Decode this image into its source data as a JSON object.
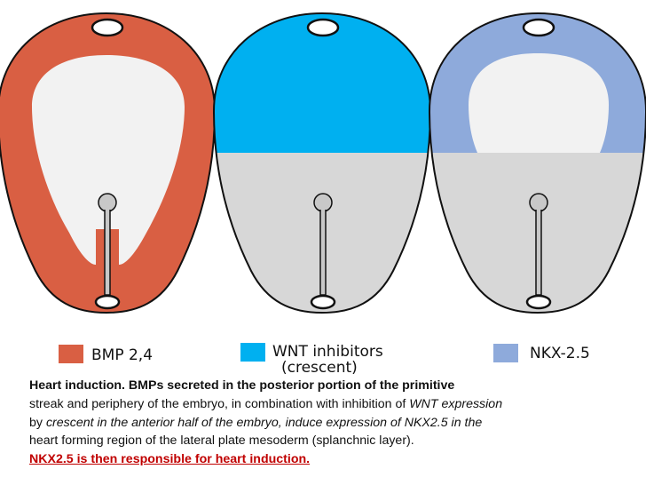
{
  "colors": {
    "bmp": "#d95f43",
    "wnt": "#00b0f0",
    "nkx": "#8eaadb",
    "embryo_fill": "#d7d7d7",
    "interior": "#f2f2f2",
    "outline": "#111111",
    "caption_red": "#c00000"
  },
  "legend": {
    "bmp": {
      "label": "BMP 2,4",
      "color": "#d95f43"
    },
    "wnt": {
      "label": "WNT inhibitors",
      "sublabel": "(crescent)",
      "color": "#00b0f0"
    },
    "nkx": {
      "label": "NKX-2.5",
      "color": "#8eaadb"
    }
  },
  "caption": {
    "line1": "Heart induction. BMPs secreted in the posterior portion of the primitive",
    "line2": "streak and periphery of the embryo, in combination with inhibition of ",
    "line2_italic": "WNT expression",
    "line3_a": "by ",
    "line3_italic": "crescent in the anterior half of the embryo, induce expression of NKX2.5 in the",
    "line4": "heart forming region of the lateral plate mesoderm (splanchnic layer).",
    "line5": "NKX2.5 is then responsible for heart induction."
  }
}
